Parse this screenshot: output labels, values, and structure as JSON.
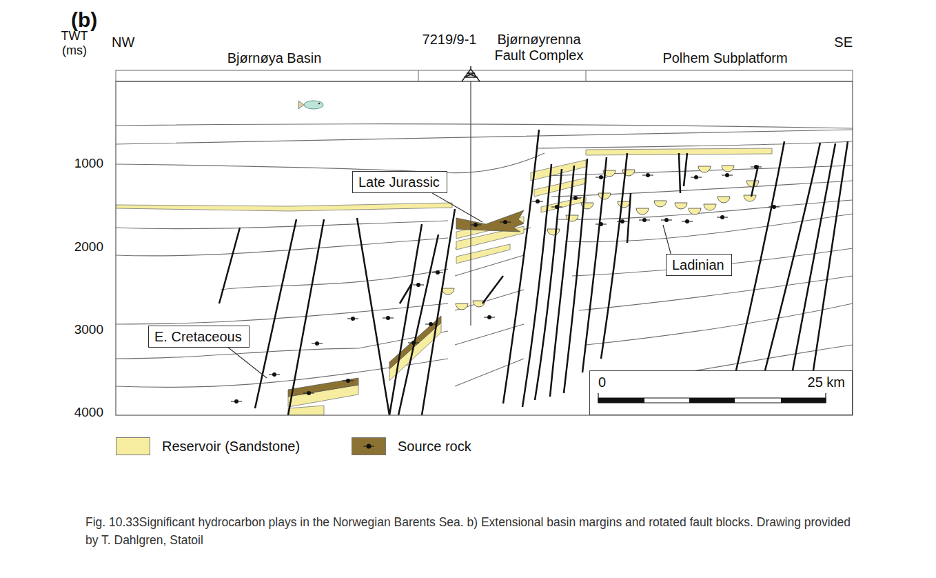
{
  "diagram": {
    "title": "(b)",
    "caption": "Fig. 10.33Significant hydrocarbon plays in the Norwegian Barents Sea. b) Extensional basin margins and rotated fault blocks. Drawing provided by T. Dahlgren, Statoil",
    "nodes": [
      {
        "text": [
          "Late Jurassic"
        ]
      },
      {
        "text": [
          "Ladinian"
        ]
      },
      {
        "text": [
          "E. Cretaceous"
        ]
      },
      {
        "text": [
          "0",
          "25 km"
        ]
      }
    ],
    "labels": [
      "TWT (ms)",
      "NW",
      "Bjørnøya Basin",
      "7219/9-1",
      "Bjørnøyrenna Fault Complex",
      "Polhem Subplatform",
      "SE",
      "1000",
      "2000",
      "3000",
      "4000"
    ],
    "legend": [
      {
        "text": "Reservoir (Sandstone)",
        "color": "#f6eda0"
      },
      {
        "text": "Source rock",
        "color": "#8c7232"
      }
    ]
  }
}
